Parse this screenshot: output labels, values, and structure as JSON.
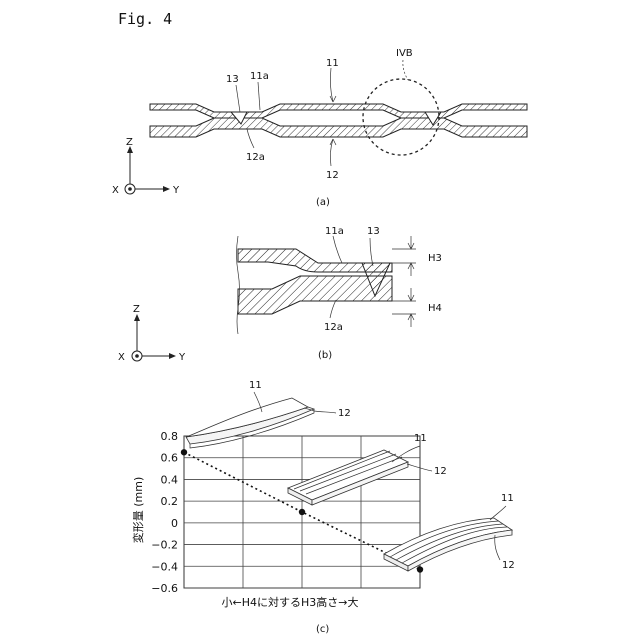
{
  "figure_title": "Fig. 4",
  "panel_a": {
    "caption": "(a)",
    "labels": {
      "l13": "13",
      "l11a": "11a",
      "l11": "11",
      "lIVB": "IVB",
      "l12a": "12a",
      "l12": "12"
    },
    "axes": {
      "z": "Z",
      "x": "X",
      "y": "Y"
    }
  },
  "panel_b": {
    "caption": "(b)",
    "labels": {
      "l11a": "11a",
      "l13": "13",
      "lH3": "H3",
      "lH4": "H4",
      "l12a": "12a"
    },
    "axes": {
      "z": "Z",
      "x": "X",
      "y": "Y"
    }
  },
  "panel_c": {
    "caption": "(c)",
    "ylabel": "変形量 (mm)",
    "xlabel": "小←H4に対するH3高さ→大",
    "part_labels": [
      "11",
      "12",
      "11",
      "12",
      "11",
      "12"
    ],
    "chart_data": {
      "type": "line",
      "ylim": [
        -0.6,
        0.8
      ],
      "yticks": [
        "0.8",
        "0.6",
        "0.4",
        "0.2",
        "0",
        "−0.2",
        "−0.4",
        "−0.6"
      ],
      "x": [
        0,
        1,
        2
      ],
      "series": [
        {
          "values": [
            0.65,
            0.1,
            -0.43
          ]
        }
      ],
      "grid": true
    }
  }
}
